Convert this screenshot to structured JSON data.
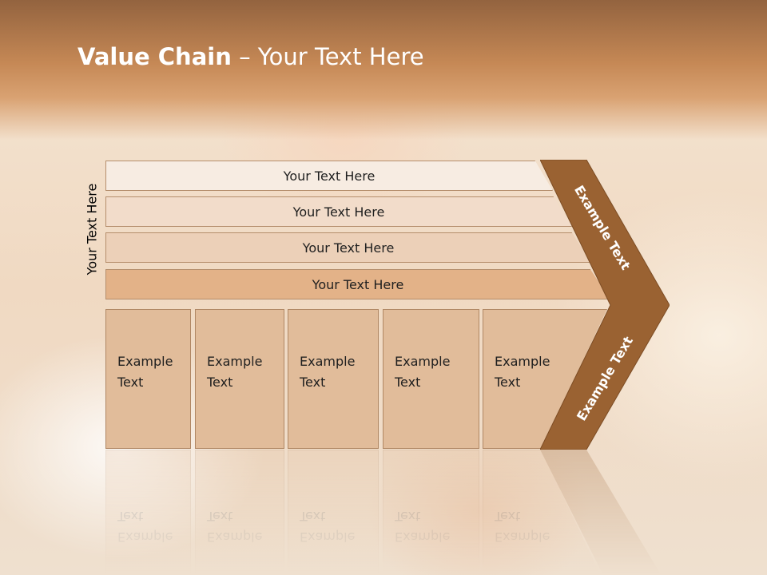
{
  "slide": {
    "title_bold": "Value Chain",
    "title_rest": " – Your Text Here",
    "vertical_label": "Your Text Here",
    "bars": [
      "Your Text Here",
      "Your Text Here",
      "Your Text Here",
      "Your Text Here"
    ],
    "boxes": [
      {
        "line1": "Example",
        "line2": "Text"
      },
      {
        "line1": "Example",
        "line2": "Text"
      },
      {
        "line1": "Example",
        "line2": "Text"
      },
      {
        "line1": "Example",
        "line2": "Text"
      },
      {
        "line1": "Example",
        "line2": "Text"
      }
    ],
    "chevron_top_text": "Example Text",
    "chevron_bottom_text": "Example Text"
  },
  "colors": {
    "header": "#c58855",
    "chevron": "#9a6232",
    "bar1": "#f7ece2",
    "bar2": "#f2dcca",
    "bar3": "#ecd0b8",
    "bar4": "#e3b288",
    "box": "#e1bc9a"
  }
}
